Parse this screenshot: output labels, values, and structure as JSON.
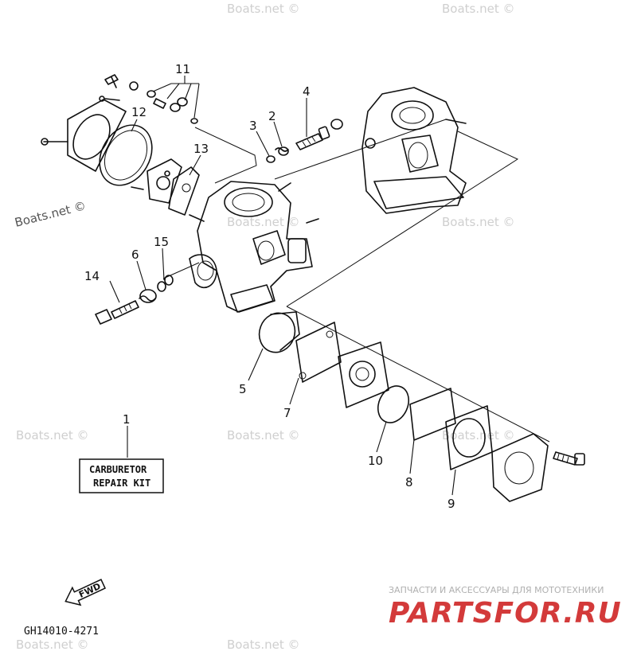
{
  "callouts": [
    "1",
    "2",
    "3",
    "4",
    "5",
    "6",
    "7",
    "8",
    "9",
    "10",
    "11",
    "12",
    "13",
    "14",
    "15"
  ],
  "watermark": "Boats.net ©",
  "repair_kit": {
    "line1": "CARBURETOR",
    "line2": "REPAIR KIT"
  },
  "direction": "FWD",
  "diagram_code": "GH14010-4271",
  "brand": {
    "tagline": "ЗАПЧАСТИ И АКСЕССУАРЫ ДЛЯ МОТОТЕХНИКИ",
    "name": "PARTSFOR.RU",
    "color_primary": "#d33a3a",
    "color_secondary": "#9b9b9b"
  }
}
